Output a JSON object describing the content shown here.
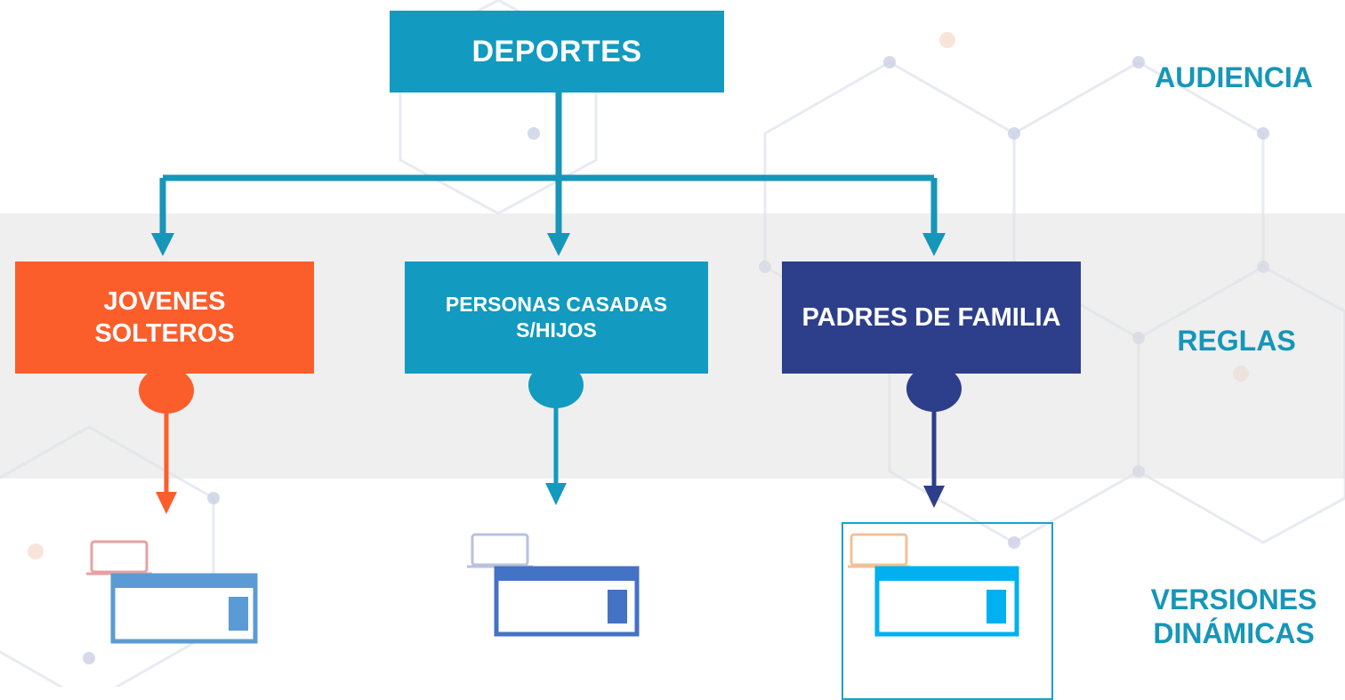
{
  "diagram": {
    "root": {
      "label": "DEPORTES"
    },
    "audiences": [
      {
        "label": "JOVENES SOLTEROS",
        "color": "#fb5e2b",
        "window_color": "#5b9bd5",
        "laptop_color": "#e8a0a0"
      },
      {
        "label": "PERSONAS CASADAS S/HIJOS",
        "color": "#129ac0",
        "window_color": "#4472c4",
        "laptop_color": "#b8c2e0"
      },
      {
        "label": "PADRES DE FAMILIA",
        "color": "#2d3f8a",
        "window_color": "#00b0f0",
        "laptop_color": "#f2c09a"
      }
    ],
    "side_labels": {
      "audiencia": "AUDIENCIA",
      "reglas": "REGLAS",
      "versiones": "VERSIONES DINÁMICAS"
    },
    "colors": {
      "connector": "#1696b8",
      "label_text": "#1696b8",
      "band": "#e1e1e1"
    }
  }
}
